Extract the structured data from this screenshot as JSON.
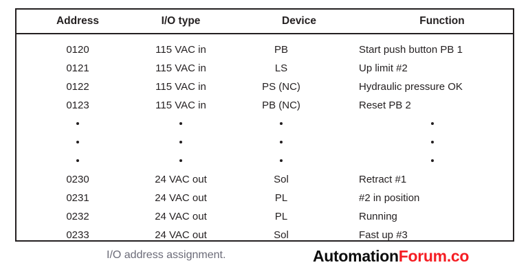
{
  "figure": {
    "caption": "I/O address assignment.",
    "watermark": {
      "part_dark": "Automation",
      "part_red": "Forum.co",
      "red_color": "#f51d23",
      "dark_color": "#0d0d0d"
    },
    "caption_color": "#6b6b78",
    "border_color": "#231f20"
  },
  "table": {
    "columns": [
      {
        "key": "address",
        "label": "Address"
      },
      {
        "key": "iotype",
        "label": "I/O type"
      },
      {
        "key": "device",
        "label": "Device"
      },
      {
        "key": "function",
        "label": "Function"
      }
    ],
    "rows": [
      {
        "address": "0120",
        "iotype": "115 VAC in",
        "device": "PB",
        "function": "Start push button PB 1"
      },
      {
        "address": "0121",
        "iotype": "115 VAC in",
        "device": "LS",
        "function": "Up limit #2"
      },
      {
        "address": "0122",
        "iotype": "115 VAC in",
        "device": "PS (NC)",
        "function": "Hydraulic pressure OK"
      },
      {
        "address": "0123",
        "iotype": "115 VAC in",
        "device": "PB (NC)",
        "function": "Reset PB 2"
      },
      {
        "address": "0230",
        "iotype": "24 VAC out",
        "device": "Sol",
        "function": "Retract #1"
      },
      {
        "address": "0231",
        "iotype": "24 VAC out",
        "device": "PL",
        "function": "#2 in position"
      },
      {
        "address": "0232",
        "iotype": "24 VAC out",
        "device": "PL",
        "function": "Running"
      },
      {
        "address": "0233",
        "iotype": "24 VAC out",
        "device": "Sol",
        "function": "Fast up #3"
      }
    ],
    "ellipsis_rows": 3,
    "ellipsis_after_row_index": 3
  }
}
